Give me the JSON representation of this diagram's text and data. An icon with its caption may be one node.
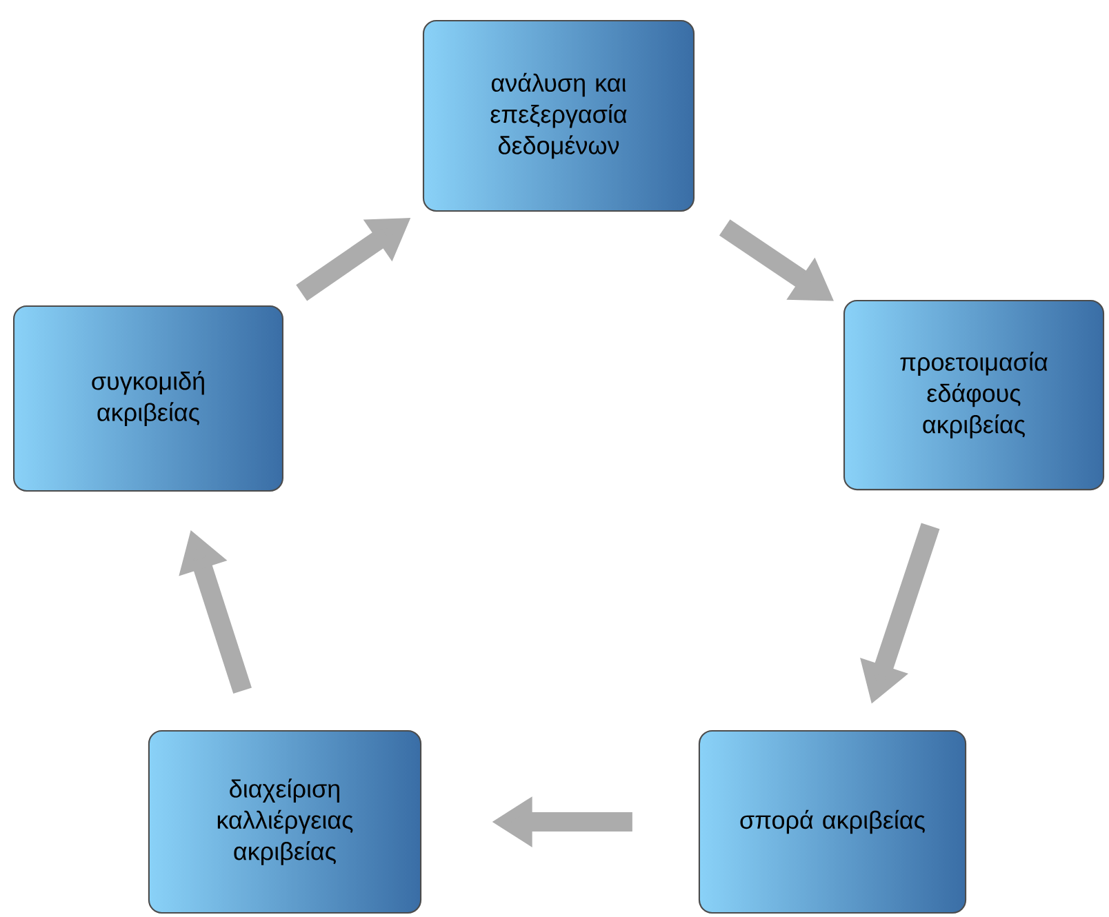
{
  "diagram": {
    "nodes": [
      {
        "text": [
          "ανάλυση και επεξεργασία δεδομένων"
        ]
      },
      {
        "text": [
          "προετοιμασία εδάφους ακριβείας"
        ]
      },
      {
        "text": [
          "σπορά ακριβείας"
        ]
      },
      {
        "text": [
          "διαχείριση καλλιέργειας ακριβείας"
        ]
      },
      {
        "text": [
          "συγκομιδή ακριβείας"
        ]
      }
    ],
    "edges": [
      {
        "from": 0,
        "to": 1,
        "arrow": "to"
      },
      {
        "from": 1,
        "to": 2,
        "arrow": "to"
      },
      {
        "from": 2,
        "to": 3,
        "arrow": "to"
      },
      {
        "from": 3,
        "to": 4,
        "arrow": "to"
      },
      {
        "from": 4,
        "to": 0,
        "arrow": "to"
      }
    ]
  }
}
